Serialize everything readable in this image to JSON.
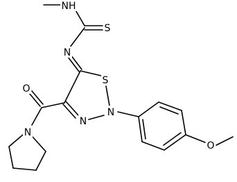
{
  "atoms": {
    "nh": "NH",
    "s_thione": "S",
    "n_imine": "N",
    "s_ring": "S",
    "n_ring_2": "N",
    "n_ring_3": "N",
    "o_carbonyl": "O",
    "n_pyrrolidine": "N",
    "o_methoxy": "O"
  }
}
